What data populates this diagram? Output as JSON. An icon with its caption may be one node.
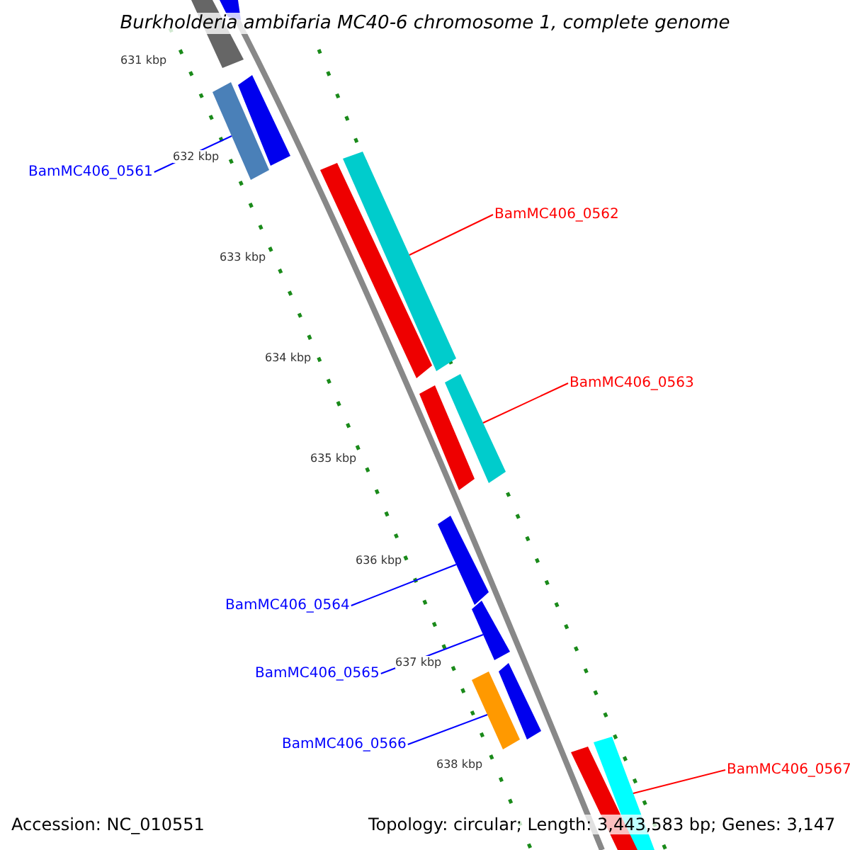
{
  "diagram": {
    "title": "Burkholderia ambifaria MC40-6 chromosome 1, complete genome",
    "nodes": [
      {
        "text": [
          "BamMC406_0561"
        ]
      },
      {
        "text": [
          "BamMC406_0562"
        ]
      },
      {
        "text": [
          "BamMC406_0563"
        ]
      },
      {
        "text": [
          "BamMC406_0564"
        ]
      },
      {
        "text": [
          "BamMC406_0565"
        ]
      },
      {
        "text": [
          "BamMC406_0566"
        ]
      },
      {
        "text": [
          "BamMC406_0567"
        ]
      },
      {
        "text": [],
        "shape": "bar"
      },
      {
        "text": [],
        "shape": "bar"
      },
      {
        "text": [],
        "shape": "bar"
      },
      {
        "text": [],
        "shape": "bar"
      },
      {
        "text": [],
        "shape": "bar"
      },
      {
        "text": [],
        "shape": "bar"
      },
      {
        "text": [],
        "shape": "bar"
      },
      {
        "text": [],
        "shape": "bar"
      },
      {
        "text": [],
        "shape": "bar"
      },
      {
        "text": [],
        "shape": "bar"
      },
      {
        "text": [],
        "shape": "bar"
      },
      {
        "text": [],
        "shape": "bar"
      },
      {
        "text": [],
        "shape": "bar"
      },
      {
        "text": [],
        "shape": "bar"
      }
    ],
    "edges": [
      {
        "from": 0,
        "to": 10,
        "arrow": "none"
      },
      {
        "from": 1,
        "to": 11,
        "arrow": "none",
        "color": "#ff0000"
      },
      {
        "from": 2,
        "to": 13,
        "arrow": "none",
        "color": "#ff0000"
      },
      {
        "from": 3,
        "to": 15,
        "arrow": "none"
      },
      {
        "from": 4,
        "to": 16,
        "arrow": "none"
      },
      {
        "from": 5,
        "to": 18,
        "arrow": "none"
      },
      {
        "from": 6,
        "to": 19,
        "arrow": "none",
        "color": "#ff0000"
      }
    ],
    "labels": [
      "631 kbp",
      "632 kbp",
      "633 kbp",
      "634 kbp",
      "635 kbp",
      "636 kbp",
      "637 kbp",
      "638 kbp",
      "Accession: NC_010551",
      "Topology: circular; Length: 3,443,583 bp; Genes: 3,147"
    ]
  }
}
